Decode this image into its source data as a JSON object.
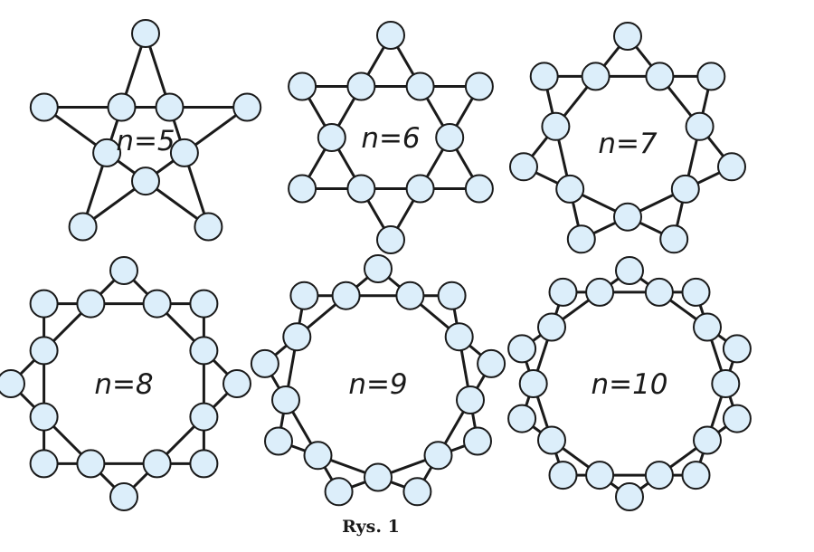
{
  "caption": "Rys. 1",
  "colors": {
    "node_fill": "#dceefa",
    "stroke": "#1a1a1a"
  },
  "figures": [
    {
      "n": 5,
      "label": "n=5"
    },
    {
      "n": 6,
      "label": "n=6"
    },
    {
      "n": 7,
      "label": "n=7"
    },
    {
      "n": 8,
      "label": "n=8"
    },
    {
      "n": 9,
      "label": "n=9"
    },
    {
      "n": 10,
      "label": "n=10"
    }
  ]
}
